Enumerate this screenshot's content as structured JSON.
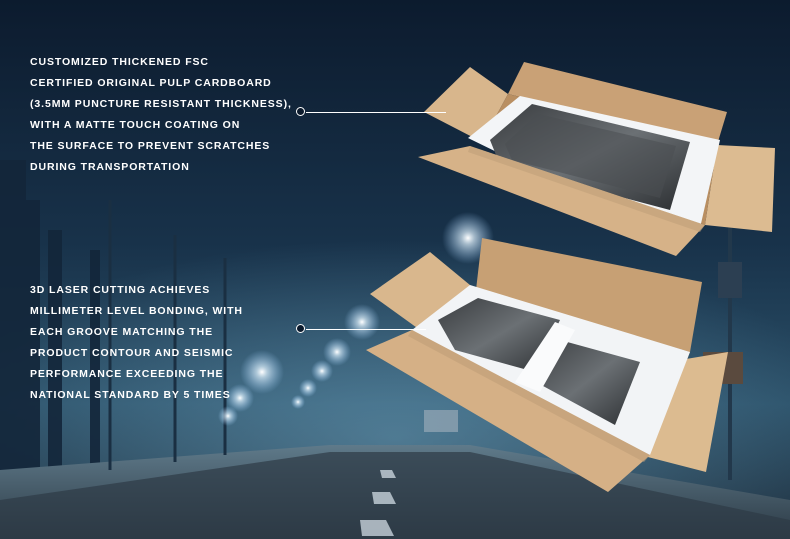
{
  "captions": [
    {
      "lines": [
        "CUSTOMIZED THICKENED FSC",
        "CERTIFIED ORIGINAL PULP CARDBOARD",
        "(3.5MM PUNCTURE RESISTANT THICKNESS),",
        "WITH A MATTE TOUCH COATING ON",
        "THE SURFACE TO PREVENT SCRATCHES",
        "DURING TRANSPORTATION"
      ]
    },
    {
      "lines": [
        "3D LASER CUTTING ACHIEVES",
        "MILLIMETER LEVEL BONDING, WITH",
        "EACH GROOVE MATCHING THE",
        "PRODUCT CONTOUR AND SEISMIC",
        "PERFORMANCE EXCEEDING THE",
        "NATIONAL STANDARD BY 5 TIMES"
      ]
    }
  ],
  "colors": {
    "background": "#0b1a2c",
    "cardboard": "#d7b58a",
    "foam": "#f4f6f8",
    "text": "#ffffff"
  }
}
